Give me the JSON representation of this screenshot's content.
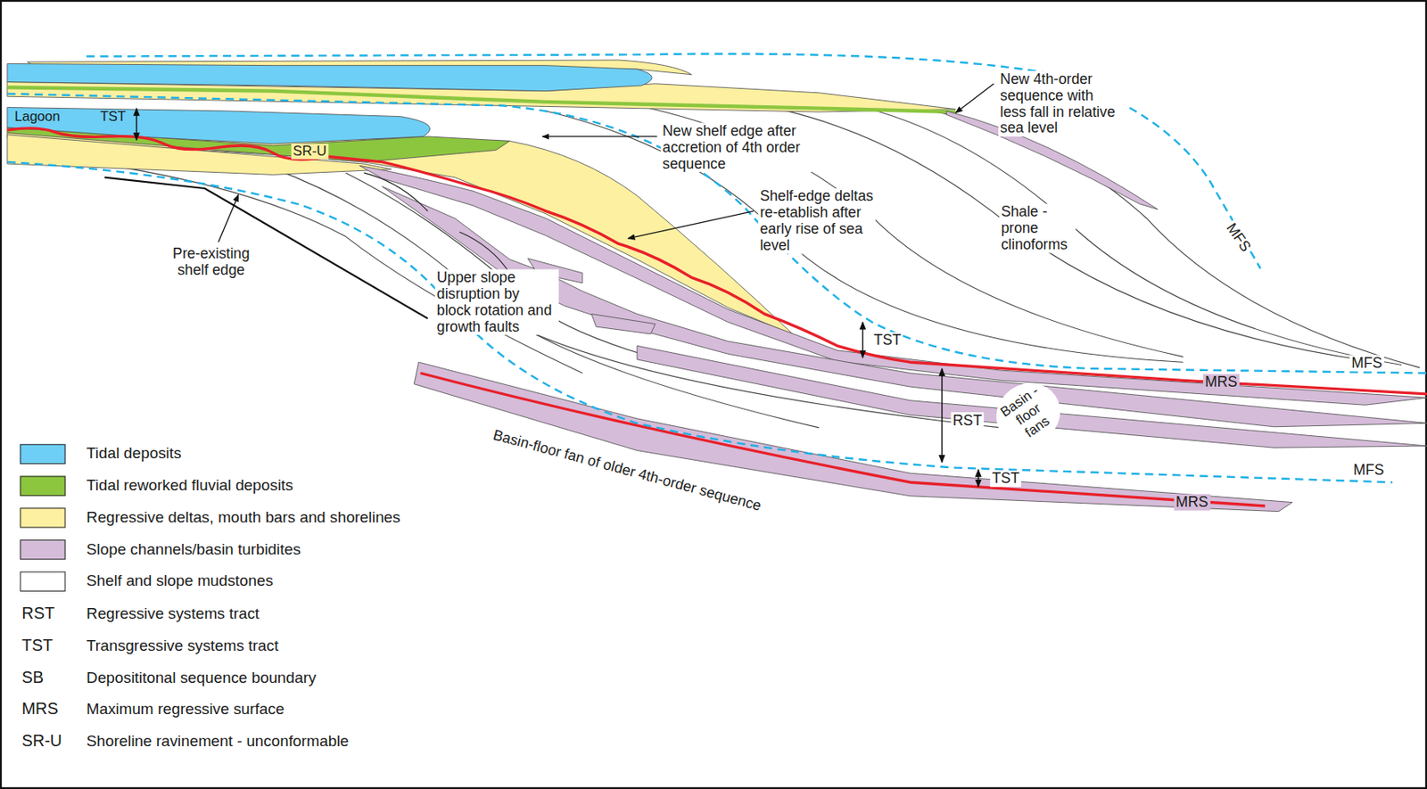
{
  "diagram": {
    "labels": [
      "Lagoon",
      "TST",
      "SR-U",
      "New shelf edge after accretion of 4th order sequence",
      "New 4th-order sequence with less fall in relative sea level",
      "Shelf-edge deltas re-etablish after early rise of sea level",
      "Shale -prone clinoforms",
      "MFS",
      "Pre-existing shelf edge",
      "Upper slope disruption by block rotation and growth faults",
      "TST",
      "MFS",
      "MRS",
      "RST",
      "Basin -floor fans",
      "Basin-floor fan of older 4th-order sequence",
      "TST",
      "MFS",
      "MRS",
      "RST",
      "TST",
      "SB",
      "MRS",
      "SR-U"
    ],
    "legend": [
      {
        "text": "Tidal deposits",
        "color": "#6dcff6"
      },
      {
        "text": "Tidal reworked fluvial deposits",
        "color": "#8cc63f"
      },
      {
        "text": "Regressive deltas, mouth bars and shorelines",
        "color": "#fdf0a0"
      },
      {
        "text": "Slope channels/basin turbidites",
        "color": "#d5bcd9"
      },
      {
        "text": "Shelf and slope mudstones",
        "color": "#ffffff"
      },
      {
        "text": "Regressive systems tract"
      },
      {
        "text": "Transgressive systems tract"
      },
      {
        "text": "Deposititonal sequence boundary"
      },
      {
        "text": "Maximum regressive surface"
      },
      {
        "text": "Shoreline ravinement - unconformable"
      }
    ]
  }
}
